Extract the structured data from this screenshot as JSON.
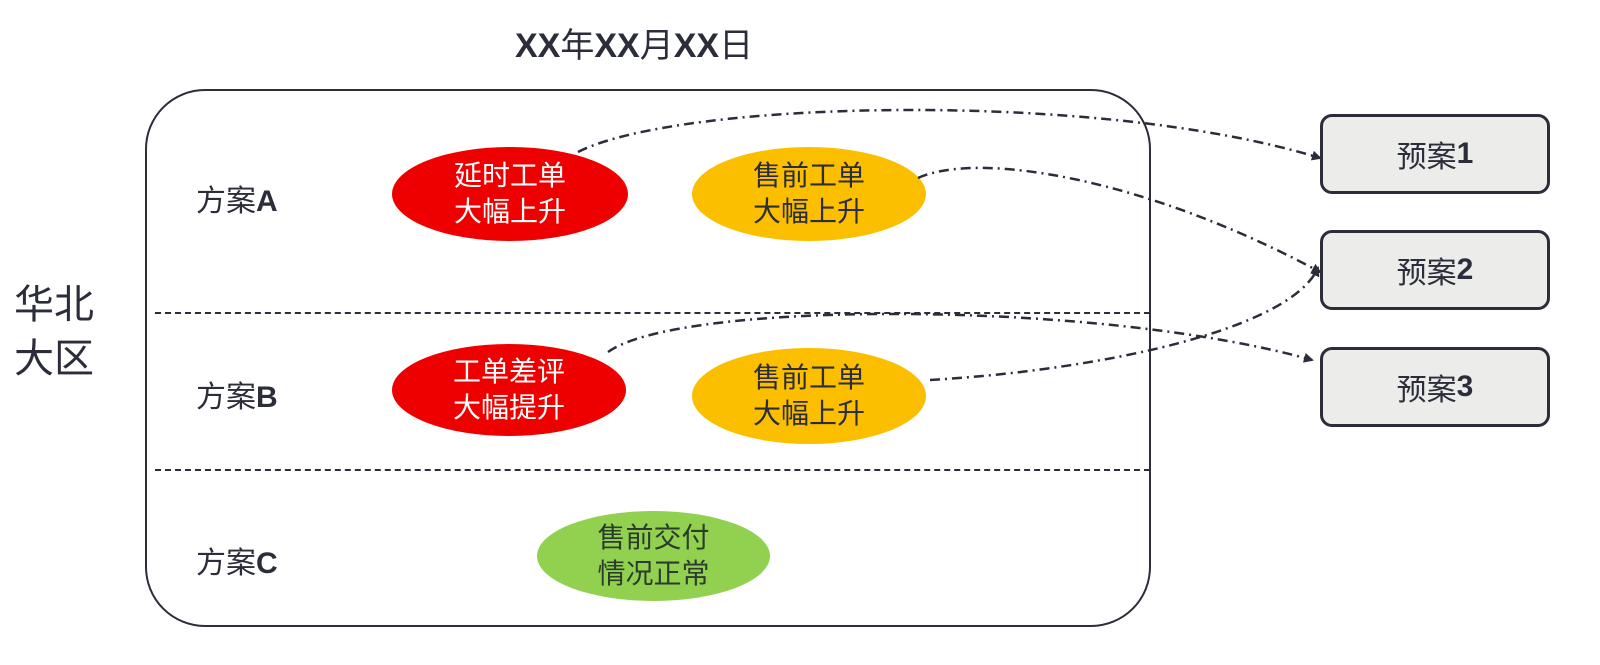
{
  "title": {
    "part1": "XX",
    "unit1": "年",
    "part2": "XX",
    "unit2": "月",
    "part3": "XX",
    "unit3": "日"
  },
  "region": {
    "line1": "华北",
    "line2": "大区"
  },
  "plans": [
    {
      "prefix": "方案",
      "letter": "A"
    },
    {
      "prefix": "方案",
      "letter": "B"
    },
    {
      "prefix": "方案",
      "letter": "C"
    }
  ],
  "nodes": [
    {
      "id": "a1",
      "line1": "延时工单",
      "line2": "大幅上升",
      "status": "red",
      "color": "#ee0000"
    },
    {
      "id": "a2",
      "line1": "售前工单",
      "line2": "大幅上升",
      "status": "yellow",
      "color": "#fbbf00"
    },
    {
      "id": "b1",
      "line1": "工单差评",
      "line2": "大幅提升",
      "status": "red",
      "color": "#ee0000"
    },
    {
      "id": "b2",
      "line1": "售前工单",
      "line2": "大幅上升",
      "status": "yellow",
      "color": "#fbbf00"
    },
    {
      "id": "c1",
      "line1": "售前交付",
      "line2": "情况正常",
      "status": "green",
      "color": "#92d050"
    }
  ],
  "contingencies": [
    {
      "prefix": "预案",
      "num": "1"
    },
    {
      "prefix": "预案",
      "num": "2"
    },
    {
      "prefix": "预案",
      "num": "3"
    }
  ],
  "links": [
    {
      "from": "a1",
      "to": "预案1"
    },
    {
      "from": "a2",
      "to": "预案2"
    },
    {
      "from": "b1",
      "to": "预案3"
    },
    {
      "from": "b2",
      "to": "预案2"
    }
  ]
}
